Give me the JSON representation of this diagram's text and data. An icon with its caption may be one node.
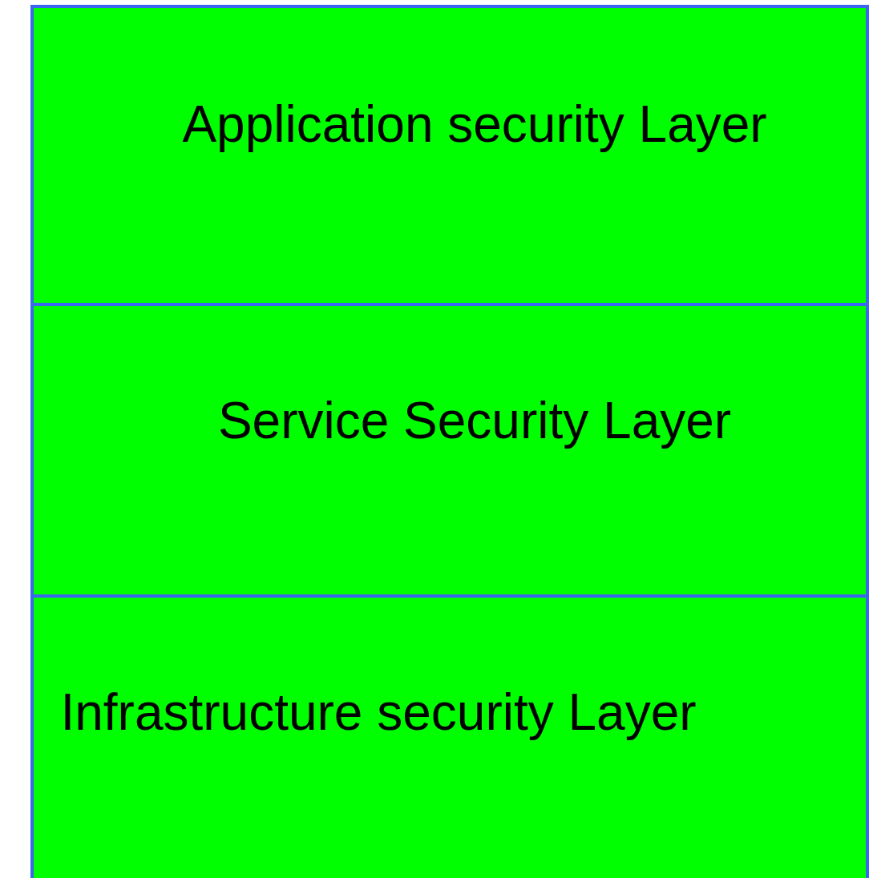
{
  "diagram": {
    "nodes": [
      {
        "text": [
          "Application security Layer"
        ]
      },
      {
        "text": [
          "Service Security Layer"
        ]
      },
      {
        "text": [
          "Infrastructure security Layer"
        ]
      }
    ]
  }
}
